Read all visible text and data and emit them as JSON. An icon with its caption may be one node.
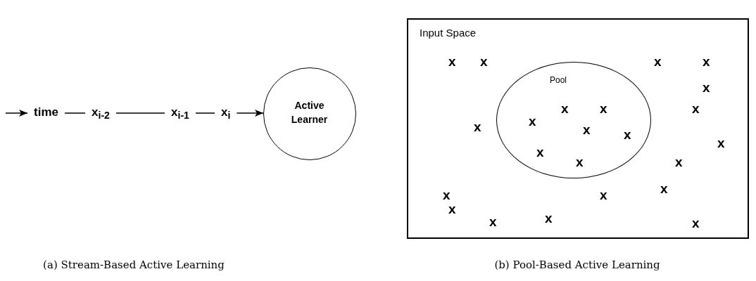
{
  "diagram": {
    "nodes": [
      {
        "text": [
          "time"
        ]
      },
      {
        "text": [
          "x$_{i-2}$"
        ]
      },
      {
        "text": [
          "x$_{i-1}$"
        ]
      },
      {
        "text": [
          "x$_{i}$"
        ]
      },
      {
        "text": [
          "Active Learner"
        ]
      },
      {
        "text": [
          "Input Space"
        ]
      },
      {
        "text": [
          "Pool"
        ],
        "in": 5
      }
    ],
    "edges": [
      {
        "from": null,
        "to": 0,
        "arrow": "to"
      },
      {
        "from": 0,
        "to": 1,
        "arrow": "none"
      },
      {
        "from": 1,
        "to": 2,
        "arrow": "none"
      },
      {
        "from": 2,
        "to": 3,
        "arrow": "none"
      },
      {
        "from": 3,
        "to": 4,
        "arrow": "to"
      }
    ],
    "labels": [
      "x",
      "x",
      "x",
      "x",
      "x",
      "x",
      "x",
      "x",
      "x",
      "x",
      "x",
      "x",
      "x",
      "x",
      "x",
      "x",
      "x",
      "x",
      "x",
      "x",
      "x",
      "x",
      "x",
      "(a) Stream-Based Active Learning",
      "(b) Pool-Based Active Learning"
    ]
  }
}
